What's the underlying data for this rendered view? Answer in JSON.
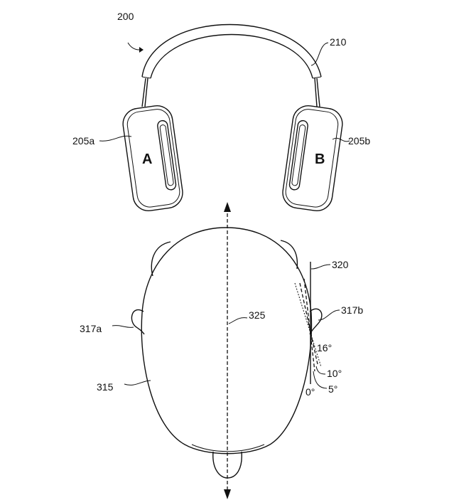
{
  "labels": {
    "fig_ref": "200",
    "headband": "210",
    "cup_left": "205a",
    "cup_right": "205b",
    "cup_left_letter": "A",
    "cup_right_letter": "B",
    "ref_line": "320",
    "center_axis": "325",
    "ear_left": "317a",
    "ear_right": "317b",
    "head": "315",
    "angle_16": "16°",
    "angle_10": "10°",
    "angle_5": "5°",
    "angle_0": "0°"
  }
}
